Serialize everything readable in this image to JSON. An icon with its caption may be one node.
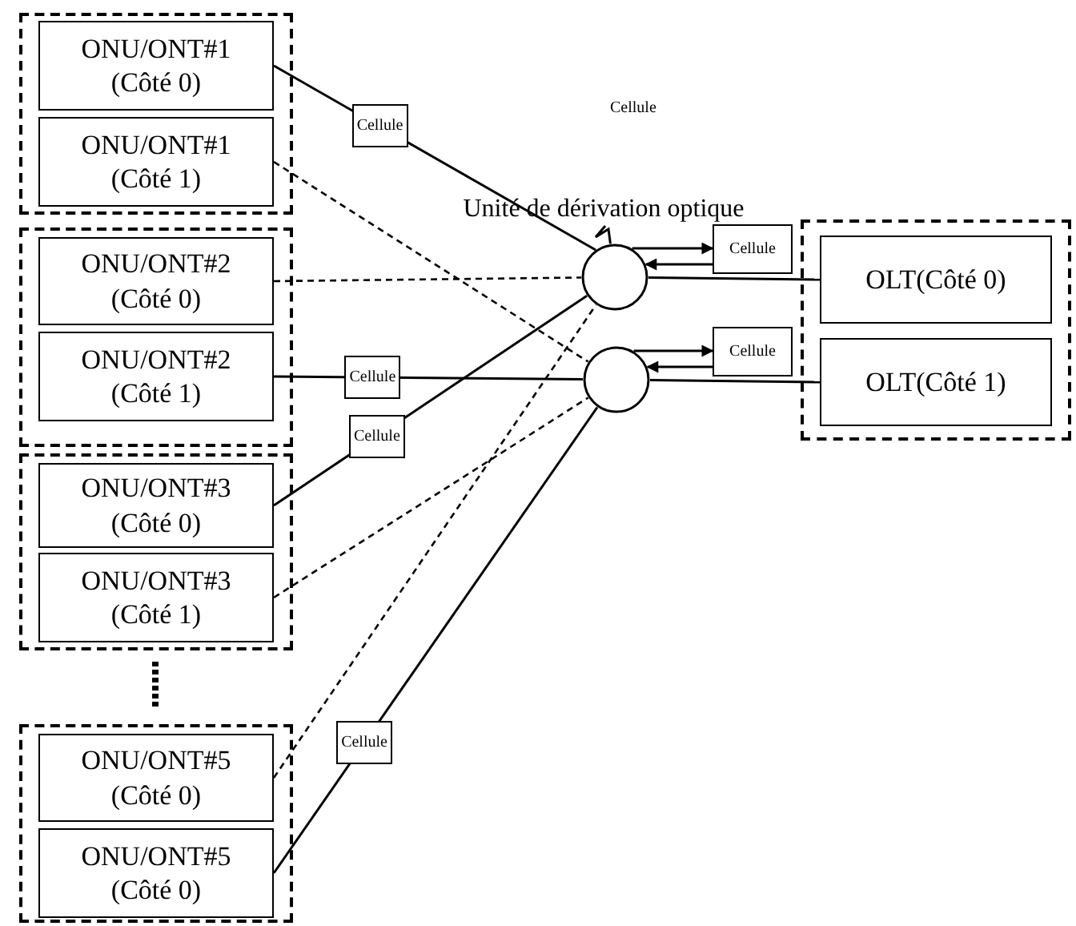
{
  "diagram": {
    "nodes": [
      {
        "text": [],
        "shape": "box"
      },
      {
        "text": [
          "ONU/ONT#1 (Côté 0)"
        ],
        "in": 0
      },
      {
        "text": [
          "ONU/ONT#1 (Côté 1)"
        ],
        "in": 0
      },
      {
        "text": [],
        "shape": "box"
      },
      {
        "text": [
          "ONU/ONT#2 (Côté 0)"
        ],
        "in": 3
      },
      {
        "text": [
          "ONU/ONT#2 (Côté 1)"
        ],
        "in": 3
      },
      {
        "text": [],
        "shape": "box"
      },
      {
        "text": [
          "ONU/ONT#3 (Côté 0)"
        ],
        "in": 6
      },
      {
        "text": [
          "ONU/ONT#3 (Côté 1)"
        ],
        "in": 6
      },
      {
        "text": [],
        "shape": "box"
      },
      {
        "text": [
          "ONU/ONT#5 (Côté 0)"
        ],
        "in": 9
      },
      {
        "text": [
          "ONU/ONT#5 (Côté 0)"
        ],
        "in": 9
      },
      {
        "text": [
          "Unité de dérivation optique"
        ]
      },
      {
        "text": [],
        "shape": "circle"
      },
      {
        "text": [],
        "shape": "circle"
      },
      {
        "text": [
          "Cellule"
        ]
      },
      {
        "text": [
          "Cellule"
        ]
      },
      {
        "text": [],
        "shape": "box"
      },
      {
        "text": [
          "OLT(Côté 0)"
        ],
        "in": 17
      },
      {
        "text": [
          "OLT(Côté 1)"
        ],
        "in": 17
      }
    ],
    "edges": [
      {
        "from": 1,
        "to": 13,
        "arrow": "none",
        "label": "Cellule"
      },
      {
        "from": 2,
        "to": 14,
        "arrow": "none",
        "style": "dashed"
      },
      {
        "from": 4,
        "to": 13,
        "arrow": "none",
        "style": "dashed"
      },
      {
        "from": 5,
        "to": 14,
        "arrow": "none",
        "label": "Cellule"
      },
      {
        "from": 7,
        "to": 13,
        "arrow": "none",
        "label": "Cellule"
      },
      {
        "from": 8,
        "to": 14,
        "arrow": "none",
        "style": "dashed"
      },
      {
        "from": 10,
        "to": 13,
        "arrow": "none",
        "style": "dashed"
      },
      {
        "from": 11,
        "to": 14,
        "arrow": "none",
        "label": "Cellule"
      },
      {
        "from": 13,
        "to": 18,
        "arrow": "none"
      },
      {
        "from": 14,
        "to": 19,
        "arrow": "none"
      },
      {
        "from": 12,
        "to": 13,
        "arrow": "none"
      },
      {
        "from": 13,
        "to": 15,
        "arrow": "to"
      },
      {
        "from": 15,
        "to": 13,
        "arrow": "to"
      },
      {
        "from": 14,
        "to": 16,
        "arrow": "to"
      },
      {
        "from": 16,
        "to": 14,
        "arrow": "to"
      }
    ],
    "labels": [
      "Cellule"
    ]
  }
}
